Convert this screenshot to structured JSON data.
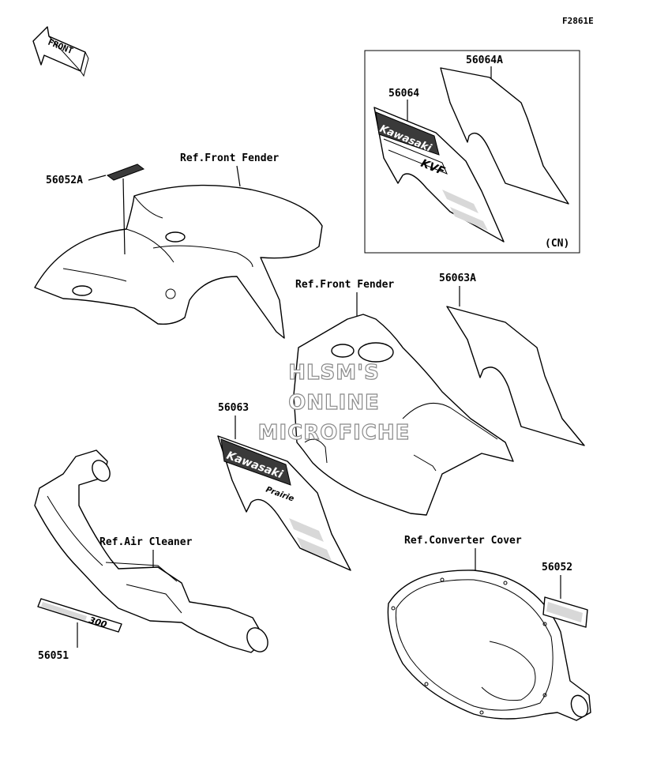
{
  "diagram": {
    "figure_code": "F2861E",
    "front_arrow_label": "FRONT",
    "labels": {
      "p56064A": "56064A",
      "p56064": "56064",
      "cn": "(CN)",
      "ref_front_fender_1": "Ref.Front Fender",
      "p56052A": "56052A",
      "ref_front_fender_2": "Ref.Front Fender",
      "p56063A": "56063A",
      "p56063": "56063",
      "ref_air_cleaner": "Ref.Air Cleaner",
      "ref_converter_cover": "Ref.Converter Cover",
      "p56052": "56052",
      "p56051": "56051"
    },
    "decal_text": {
      "brand_1": "Kawasaki",
      "model_1": "KVF",
      "brand_2": "Kawasaki",
      "model_2": "Prairie",
      "badge": "300"
    },
    "watermark": [
      "HLSM'S",
      "ONLINE",
      "MICROFICHE"
    ]
  }
}
